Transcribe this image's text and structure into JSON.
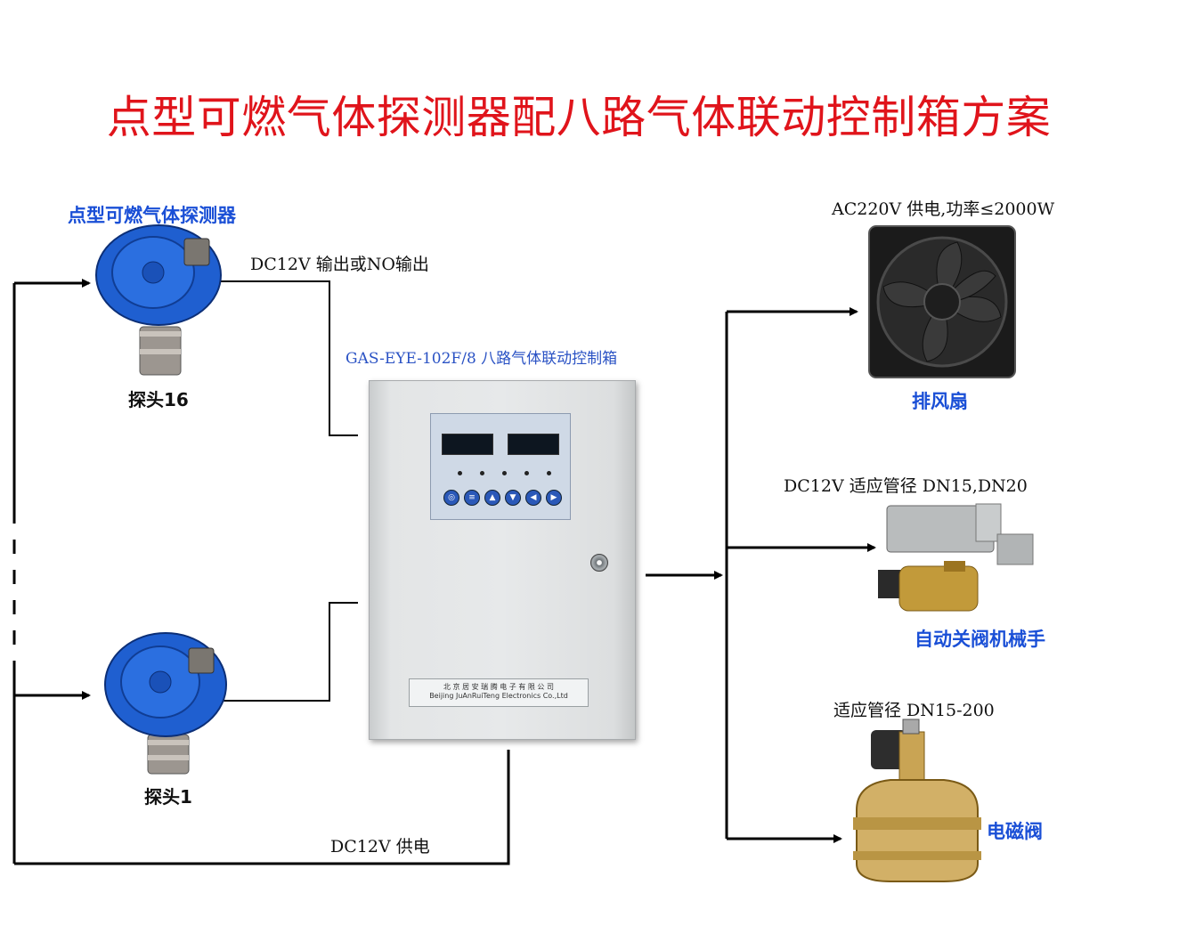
{
  "title": "点型可燃气体探测器配八路气体联动控制箱方案",
  "detectors": {
    "heading": "点型可燃气体探测器",
    "output_label": "DC12V 输出或NO输出",
    "probe_top": "探头16",
    "probe_bottom": "探头1",
    "power_label": "DC12V 供电"
  },
  "controller": {
    "caption": "GAS-EYE-102F/8 八路气体联动控制箱",
    "nameplate_line1": "北 京 居 安 瑞 腾 电 子 有 限 公 司",
    "nameplate_line2": "Beijing JuAnRuiTeng Electronics Co.,Ltd"
  },
  "outputs": {
    "fan_spec": "AC220V 供电,功率≤2000W",
    "fan_name": "排风扇",
    "manipulator_spec": "DC12V 适应管径 DN15,DN20",
    "manipulator_name": "自动关阀机械手",
    "valve_spec": "适应管径 DN15-200",
    "valve_name": "电磁阀"
  },
  "colors": {
    "title": "#e0141b",
    "device_label": "#1a4fd6",
    "detector_body": "#1f5fd0",
    "line": "#000000"
  }
}
